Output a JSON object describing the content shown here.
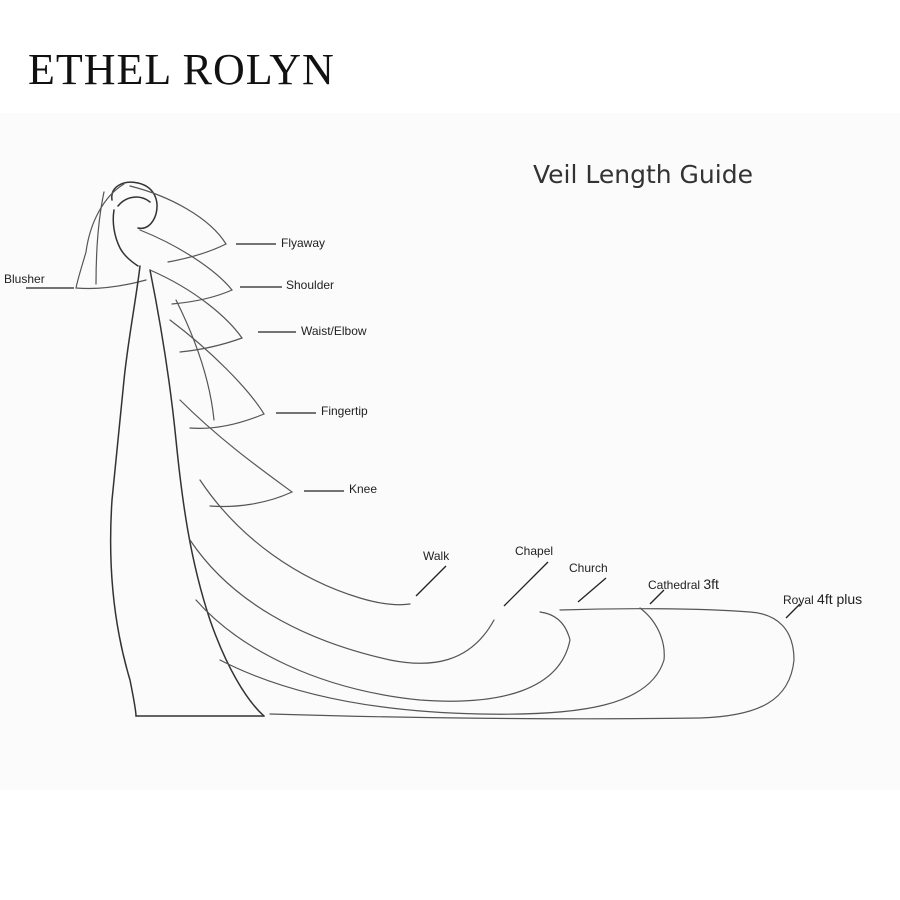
{
  "brand": "ETHEL ROLYN",
  "title": "Veil Length Guide",
  "labels": {
    "blusher": "Blusher",
    "flyaway": "Flyaway",
    "shoulder": "Shoulder",
    "waist_elbow": "Waist/Elbow",
    "fingertip": "Fingertip",
    "knee": "Knee",
    "walk": "Walk",
    "chapel": "Chapel",
    "church": "Church",
    "cathedral": "Cathedral",
    "cathedral_size": "3ft",
    "royal": "Royal",
    "royal_size": "4ft plus"
  }
}
